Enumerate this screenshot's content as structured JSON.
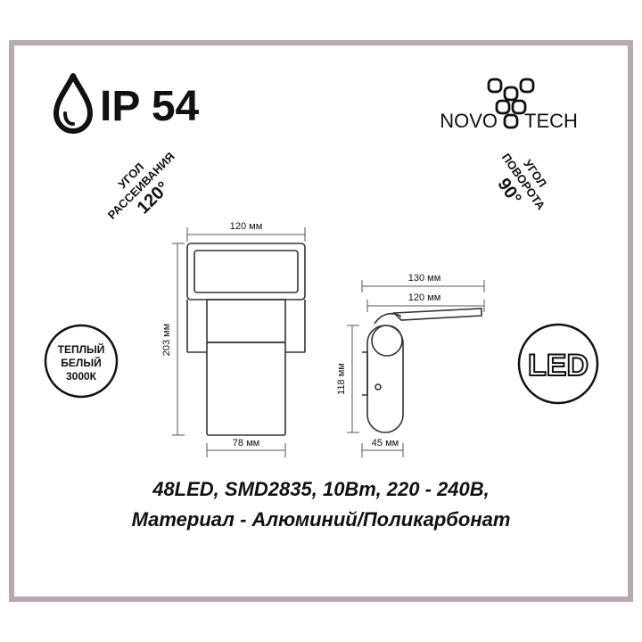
{
  "protection": {
    "label": "IP 54"
  },
  "brand": {
    "left": "NOVO",
    "right": "TECH"
  },
  "beam_angle": {
    "line1": "УГОЛ",
    "line2": "РАССЕИВАНИЯ",
    "value": "120°"
  },
  "rotation_angle": {
    "line1": "УГОЛ",
    "line2": "ПОВОРОТА",
    "value": "90°"
  },
  "color_temp": {
    "line1": "ТЕПЛЫЙ",
    "line2": "БЕЛЫЙ",
    "line3": "3000К"
  },
  "led_badge": "LED",
  "dimensions": {
    "front_width": "120 мм",
    "front_height": "203 мм",
    "front_bottom": "78 мм",
    "side_top": "130 мм",
    "side_arm": "120 мм",
    "side_height": "118 мм",
    "side_bottom": "45 мм"
  },
  "specs": {
    "line1": "48LED, SMD2835, 10Вт, 220 - 240В,",
    "line2": "Материал - Алюминий/Поликарбонат"
  },
  "colors": {
    "frame": "#b8a7b4",
    "ink": "#111111",
    "background": "#ffffff"
  }
}
